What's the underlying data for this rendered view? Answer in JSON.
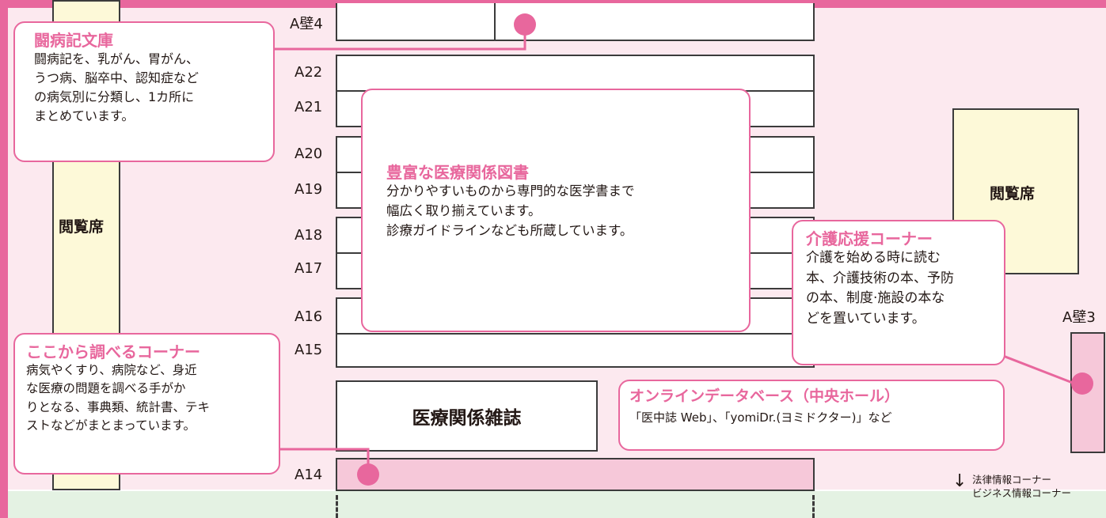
{
  "colors": {
    "accent": "#e8679d",
    "floor": "#fce9ef",
    "seat": "#fdf9d8",
    "corridor": "#e4f2e3",
    "shelf_pink": "#f6c8d9"
  },
  "shelves": {
    "a_wall4": "A壁4",
    "a22": "A22",
    "a21": "A21",
    "a20": "A20",
    "a19": "A19",
    "a18": "A18",
    "a17": "A17",
    "a16": "A16",
    "a15": "A15",
    "a14": "A14",
    "a_wall3": "A壁3"
  },
  "seats": {
    "left": "閲覧席",
    "right": "閲覧席"
  },
  "magazines": "医療関係雑誌",
  "callouts": {
    "toubyouki": {
      "title": "闘病記文庫",
      "body": "闘病記を、乳がん、胃がん、\nうつ病、脳卒中、認知症など\nの病気別に分類し、1カ所に\nまとめています。"
    },
    "medical_books": {
      "title": "豊富な医療関係図書",
      "body": "分かりやすいものから専門的な医学書まで\n幅広く取り揃えています。\n診療ガイドラインなども所蔵しています。"
    },
    "care": {
      "title": "介護応援コーナー",
      "body": "介護を始める時に読む\n本、介護技術の本、予防\nの本、制度·施設の本な\nどを置いています。"
    },
    "research": {
      "title": "ここから調べるコーナー",
      "body": "病気やくすり、病院など、身近\nな医療の問題を調べる手がか\nりとなる、事典類、統計書、テキ\nストなどがまとまっています。"
    },
    "online": {
      "title": "オンラインデータベース（中央ホール）",
      "body": "「医中誌 Web」、「yomiDr.(ヨミドクター)」など"
    }
  },
  "directions": {
    "arrow": "↓",
    "law": "法律情報コーナー",
    "business": "ビジネス情報コーナー"
  }
}
